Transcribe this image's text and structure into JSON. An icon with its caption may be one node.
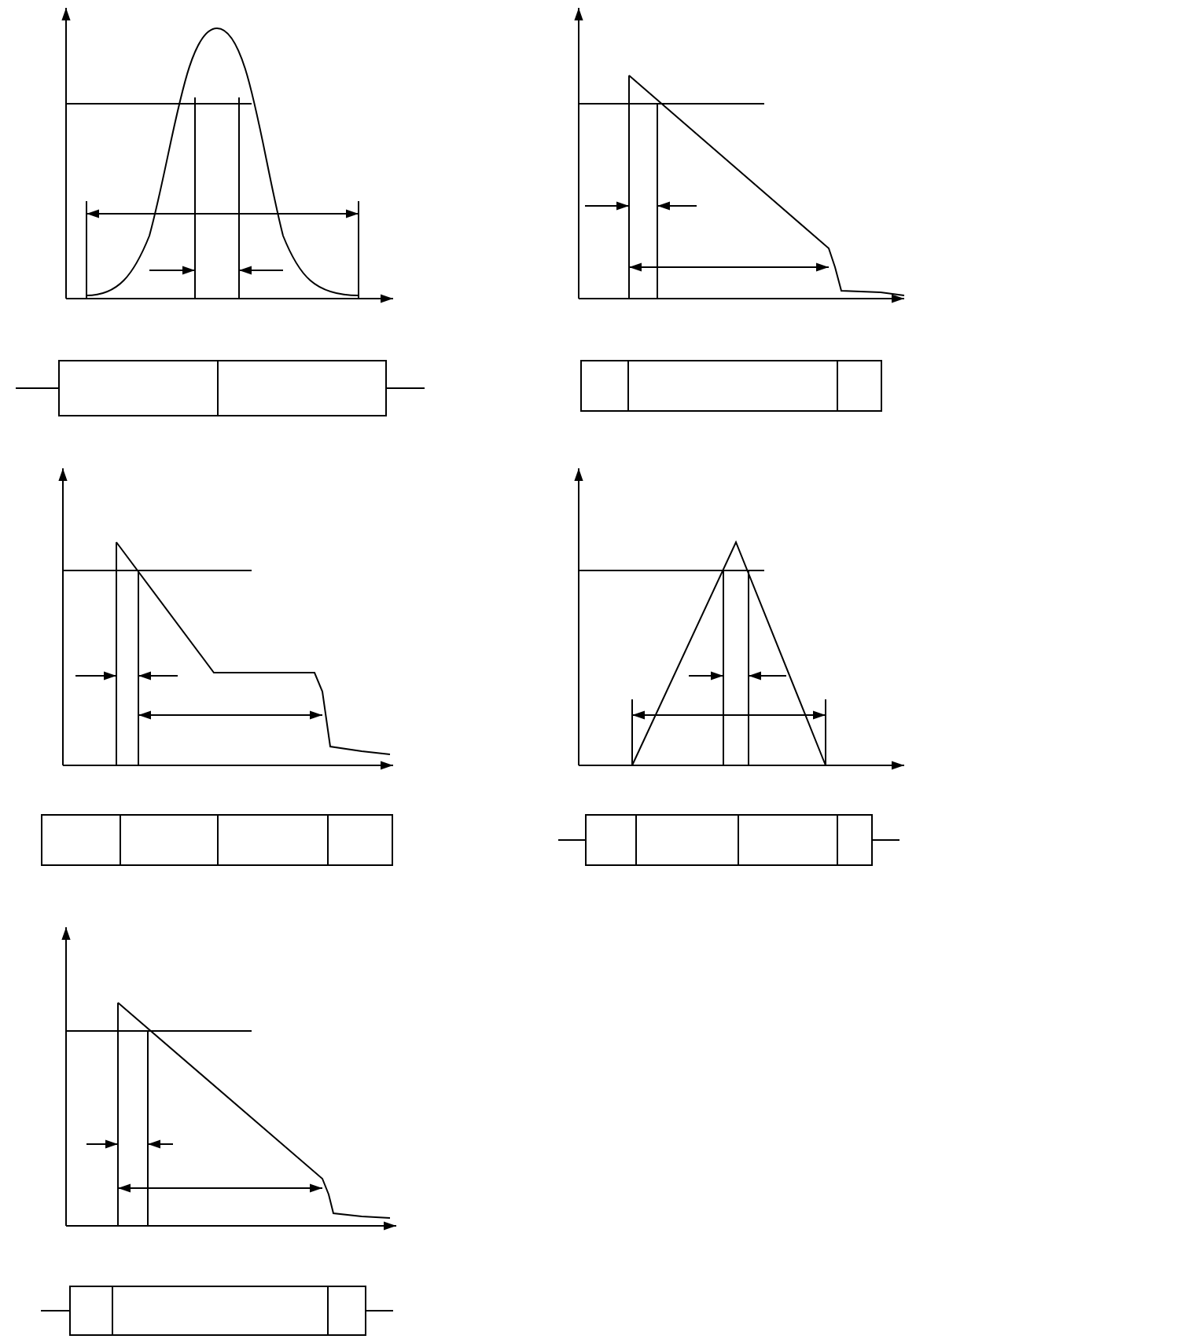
{
  "diagram": {
    "nodes": [
      {
        "text": [],
        "shape": "bar"
      },
      {
        "text": [],
        "shape": "bar"
      },
      {
        "text": [],
        "shape": "bar"
      },
      {
        "text": [],
        "shape": "bar"
      },
      {
        "text": [],
        "shape": "bar"
      }
    ]
  }
}
